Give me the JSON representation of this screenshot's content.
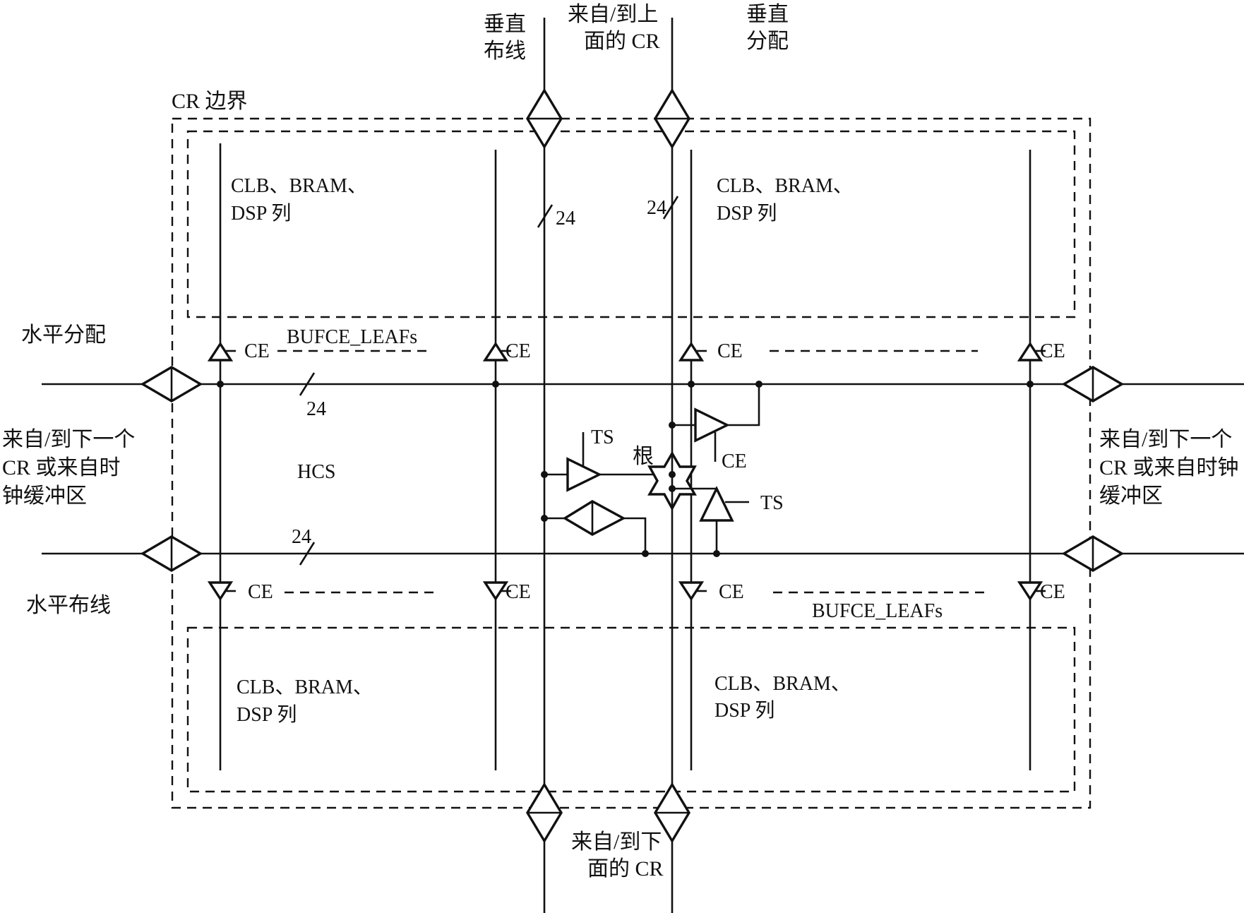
{
  "title": "CR clock routing and distribution structure",
  "labels": {
    "vertical_routing": [
      "垂直",
      "布线"
    ],
    "from_to_above_cr": [
      "来自/到上",
      "面的 CR"
    ],
    "vertical_distribution": [
      "垂直",
      "分配"
    ],
    "cr_boundary": "CR 边界",
    "horizontal_distribution": "水平分配",
    "horizontal_routing": "水平布线",
    "from_to_next_cr_left": [
      "来自/到下一个",
      "CR 或来自时",
      "钟缓冲区"
    ],
    "from_to_next_cr_right": [
      "来自/到下一个",
      "CR 或来自时钟",
      "缓冲区"
    ],
    "from_to_below_cr": [
      "来自/到下",
      "面的 CR"
    ],
    "hcs": "HCS",
    "root": "根",
    "ts": "TS",
    "ce": "CE",
    "bufce_leafs": "BUFCE_LEAFs",
    "bus_width": "24"
  },
  "column_blocks": [
    [
      "CLB、BRAM、",
      "DSP 列"
    ],
    [
      "CLB、BRAM、",
      "DSP 列"
    ],
    [
      "CLB、BRAM、",
      "DSP 列"
    ],
    [
      "CLB、BRAM、",
      "DSP 列"
    ]
  ]
}
